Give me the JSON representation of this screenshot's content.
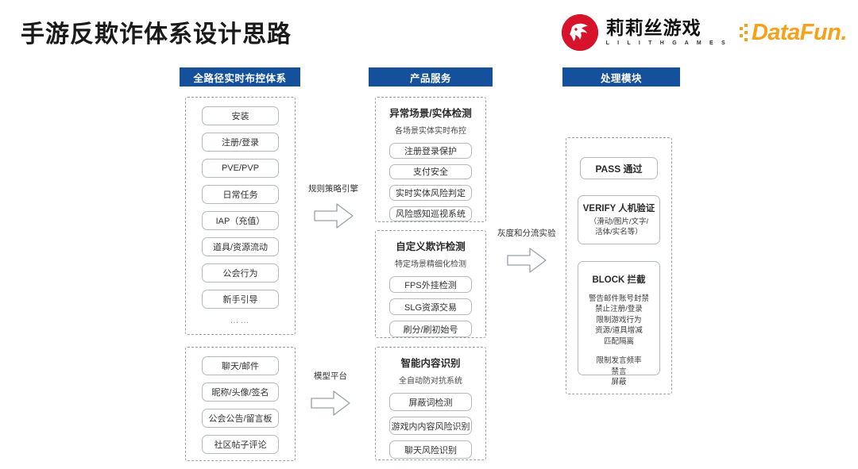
{
  "slide": {
    "title": "手游反欺诈体系设计思路"
  },
  "brand": {
    "lilith_icon": "lilith-lion-icon",
    "lilith_cn": "莉莉丝游戏",
    "lilith_en": "L I L I T H   G A M E S",
    "datafun_dots": "datafun-dots-icon",
    "datafun_text": "DataFun.",
    "accent_red": "#d6132a",
    "accent_orange": "#f5a11b",
    "header_blue": "#14509b"
  },
  "columns": [
    {
      "header": "全路径实时布控体系"
    },
    {
      "header": "产品服务"
    },
    {
      "header": "处理模块"
    }
  ],
  "left_groups": [
    {
      "items": [
        "安装",
        "注册/登录",
        "PVE/PVP",
        "日常任务",
        "IAP（充值）",
        "道具/资源流动",
        "公会行为",
        "新手引导"
      ],
      "ellipsis": "……"
    },
    {
      "items": [
        "聊天/邮件",
        "昵称/头像/签名",
        "公会公告/留言板",
        "社区帖子评论"
      ]
    }
  ],
  "middle_groups": [
    {
      "title": "异常场景/实体检测",
      "subtitle": "各场景实体实时布控",
      "items": [
        "注册登录保护",
        "支付安全",
        "实时实体风险判定",
        "风险感知巡视系统"
      ]
    },
    {
      "title": "自定义欺诈检测",
      "subtitle": "特定场景精细化检测",
      "items": [
        "FPS外挂检测",
        "SLG资源交易",
        "刷分/刷初始号"
      ]
    },
    {
      "title": "智能内容识别",
      "subtitle": "全自动防对抗系统",
      "items": [
        "屏蔽词检测",
        "游戏内内容风险识别",
        "聊天风险识别"
      ]
    }
  ],
  "right_actions": {
    "pass": "PASS  通过",
    "verify_title": "VERIFY 人机验证",
    "verify_sub": "（滑动/图片/文字/\n活体/实名等）",
    "block_title": "BLOCK 拦截",
    "block_lines_1": "警告邮件账号封禁\n禁止注册/登录\n限制游戏行为\n资源/道具增减\n匹配隔离",
    "block_lines_2": "限制发言频率\n禁言\n屏蔽"
  },
  "arrows": [
    {
      "label": "规则策略引擎",
      "icon": "arrow-right-icon"
    },
    {
      "label": "模型平台",
      "icon": "arrow-right-icon"
    },
    {
      "label": "灰度和分流实验",
      "icon": "arrow-right-icon"
    }
  ]
}
